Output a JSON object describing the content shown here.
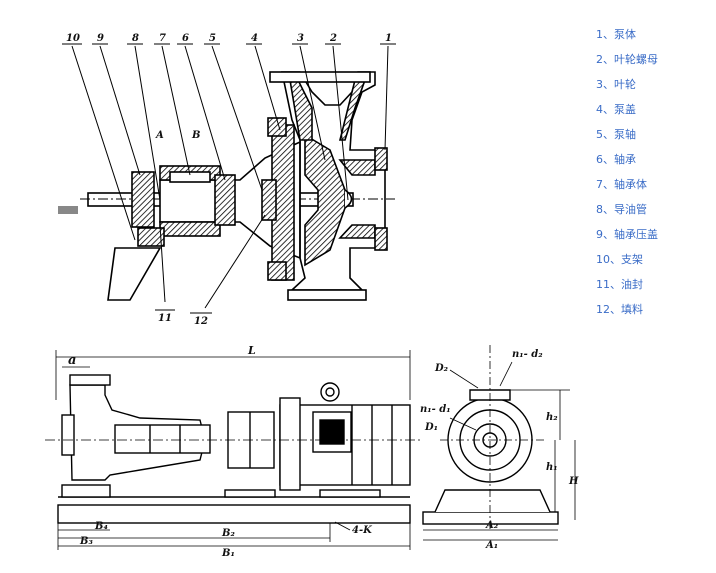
{
  "legend": [
    "1、泵体",
    "2、叶轮螺母",
    "3、叶轮",
    "4、泵盖",
    "5、泵轴",
    "6、轴承",
    "7、轴承体",
    "8、导油管",
    "9、轴承压盖",
    "10、支架",
    "11、油封",
    "12、填料"
  ],
  "section": {
    "top_callouts": [
      "10",
      "9",
      "8",
      "7",
      "6",
      "5",
      "4",
      "3",
      "2",
      "1"
    ],
    "bottom_callouts": [
      "11",
      "12"
    ],
    "detail_a": "A",
    "detail_b": "B"
  },
  "assembly": {
    "dim_a": "a",
    "dim_L": "L",
    "dim_B4": "B₄",
    "dim_B3": "B₃",
    "dim_B2": "B₂",
    "dim_B1": "B₁",
    "dim_4K": "4-K"
  },
  "end_view": {
    "dim_D2": "D₂",
    "dim_n1d2": "n₁- d₂",
    "dim_n1d1": "n₁- d₁",
    "dim_D1": "D₁",
    "dim_h2": "h₂",
    "dim_h1": "h₁",
    "dim_H": "H",
    "dim_A2": "A₂",
    "dim_A1": "A₁"
  }
}
